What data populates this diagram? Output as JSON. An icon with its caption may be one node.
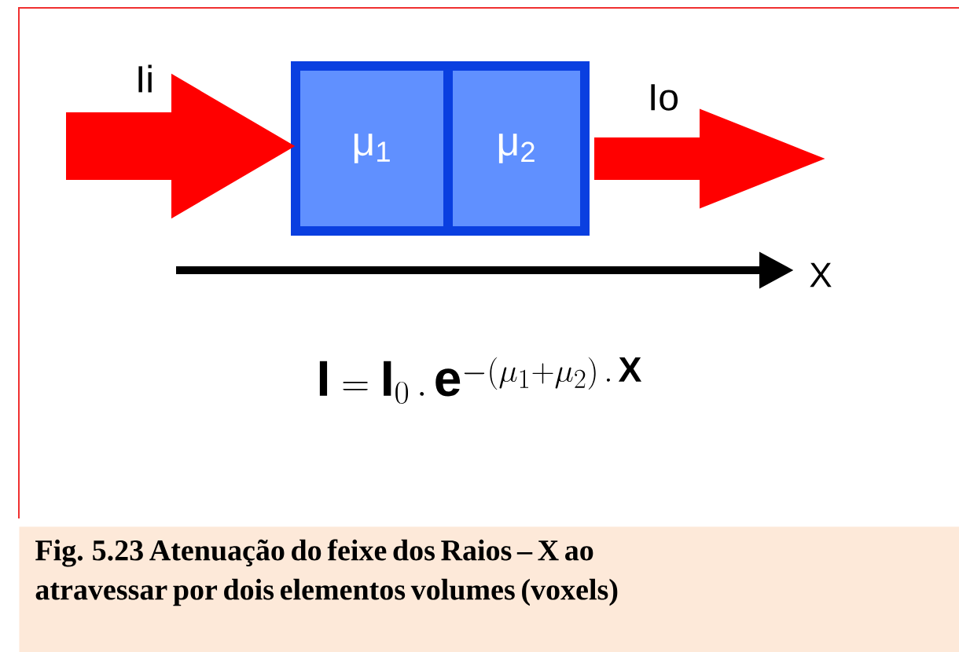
{
  "diagram": {
    "caption": "Fig. 5.23 Atenuação do feixe dos Raios – X ao atravessar por dois elementos volumes (voxels)",
    "nodes": [
      {
        "text": [
          "μ$_{1}$"
        ]
      },
      {
        "text": [
          "μ$_{2}$"
        ]
      }
    ],
    "edges": [
      {
        "from": null,
        "to": 0,
        "arrow": "to",
        "label": "Ii"
      },
      {
        "from": 1,
        "to": null,
        "arrow": "to",
        "label": "Io"
      }
    ],
    "labels": [
      "X",
      "\\mathbf{I} = \\mathbf{I}_{0}\\,.\\,\\mathbf{e}^{-(\\mu_{1}+\\mu_{2})\\,.\\,\\mathbf{X}}"
    ]
  }
}
